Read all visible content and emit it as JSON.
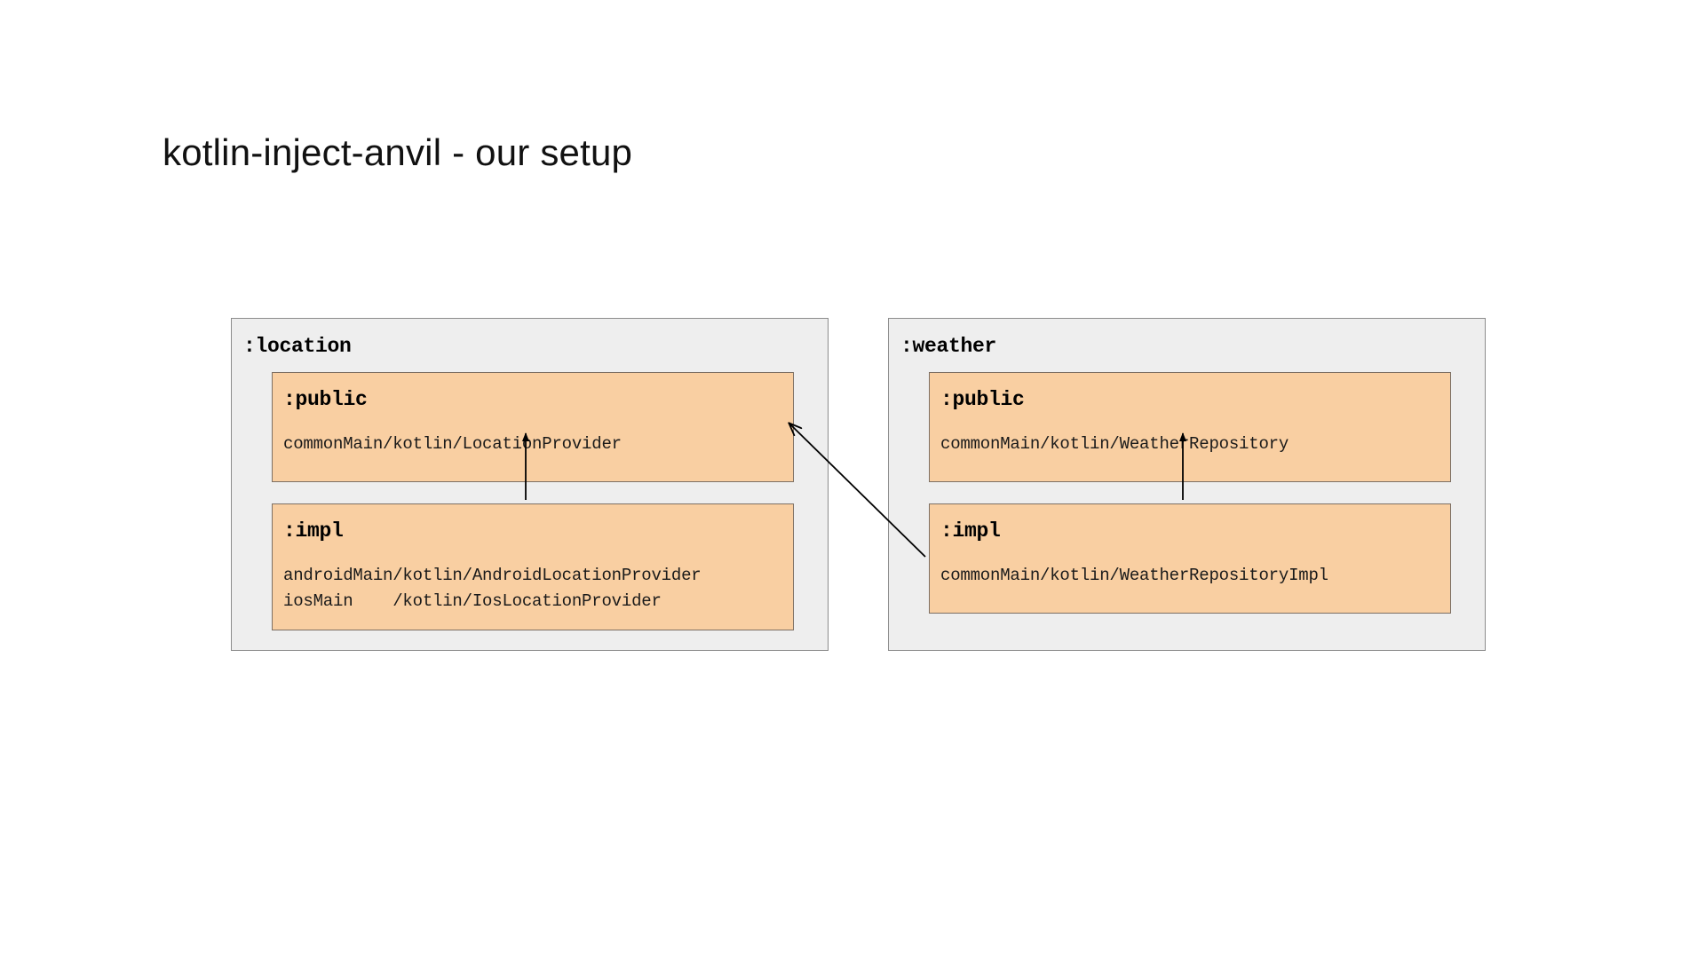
{
  "slide": {
    "title": "kotlin-inject-anvil - our setup",
    "background_color": "#ffffff"
  },
  "theme": {
    "module_fill": "#eeeeee",
    "module_border": "#8c8c8c",
    "card_fill": "#f9cfa2",
    "card_border": "#7d6f63",
    "text_color": "#000000",
    "arrow_color": "#000000"
  },
  "diagram": {
    "type": "module-dependency-diagram",
    "modules": [
      {
        "name": ":location",
        "cards": [
          {
            "name": ":public",
            "paths": "commonMain/kotlin/LocationProvider"
          },
          {
            "name": ":impl",
            "paths": "androidMain/kotlin/AndroidLocationProvider\niosMain    /kotlin/IosLocationProvider"
          }
        ]
      },
      {
        "name": ":weather",
        "cards": [
          {
            "name": ":public",
            "paths": "commonMain/kotlin/WeatherRepository"
          },
          {
            "name": ":impl",
            "paths": "commonMain/kotlin/WeatherRepositoryImpl"
          }
        ]
      }
    ],
    "arrows": [
      {
        "name": "location-impl-to-location-public",
        "from": ":location:impl",
        "to": ":location:public",
        "style": "solid-arrow-up"
      },
      {
        "name": "weather-impl-to-weather-public",
        "from": ":weather:impl",
        "to": ":weather:public",
        "style": "solid-arrow-up"
      },
      {
        "name": "weather-impl-to-location-public",
        "from": ":weather:impl",
        "to": ":location:public",
        "style": "solid-arrow-diagonal"
      }
    ]
  }
}
